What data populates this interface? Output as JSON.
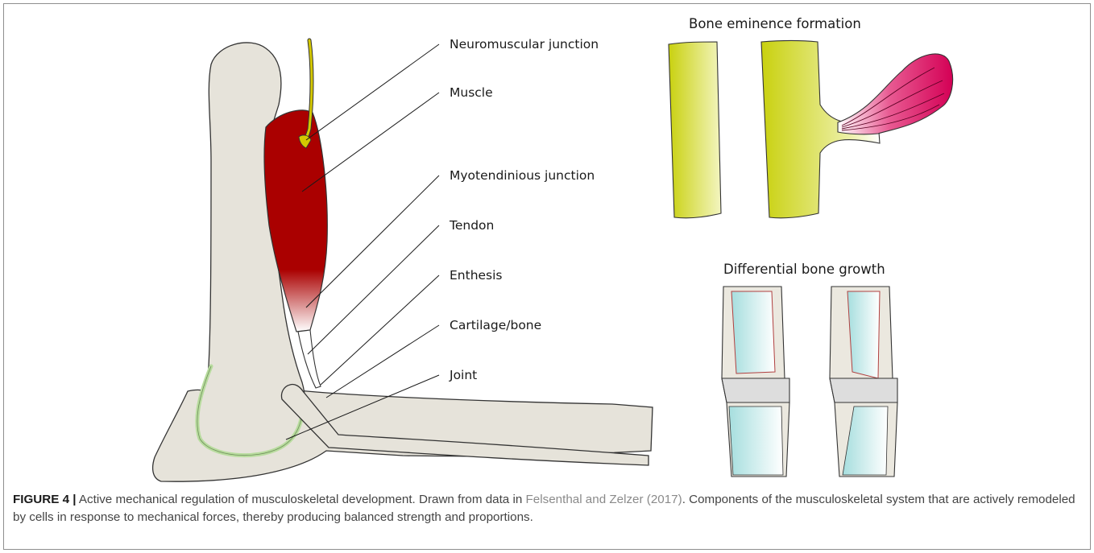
{
  "labels": {
    "neuromuscular_junction": "Neuromuscular junction",
    "muscle": "Muscle",
    "myotendinious_junction": "Myotendinious junction",
    "tendon": "Tendon",
    "enthesis": "Enthesis",
    "cartilage_bone": "Cartilage/bone",
    "joint": "Joint"
  },
  "panels": {
    "bone_eminence_title": "Bone eminence formation",
    "differential_growth_title": "Differential bone growth"
  },
  "caption": {
    "figure_label": "FIGURE 4 |",
    "text_1": " Active mechanical regulation of musculoskeletal development. Drawn from data in ",
    "reference": "Felsenthal and Zelzer (2017)",
    "text_2": ". Components of the musculoskeletal system that are actively remodeled by cells in response to mechanical forces, thereby producing balanced strength and proportions."
  },
  "colors": {
    "bone": "#e6e3da",
    "muscle": "#aa0000",
    "nerve": "#d4c800",
    "joint_cartilage": "#b8dc9e",
    "growth_cartilage": "#c7e6e6",
    "bone_yellow": "#d0d722",
    "muscle_pink": "#d40055"
  }
}
